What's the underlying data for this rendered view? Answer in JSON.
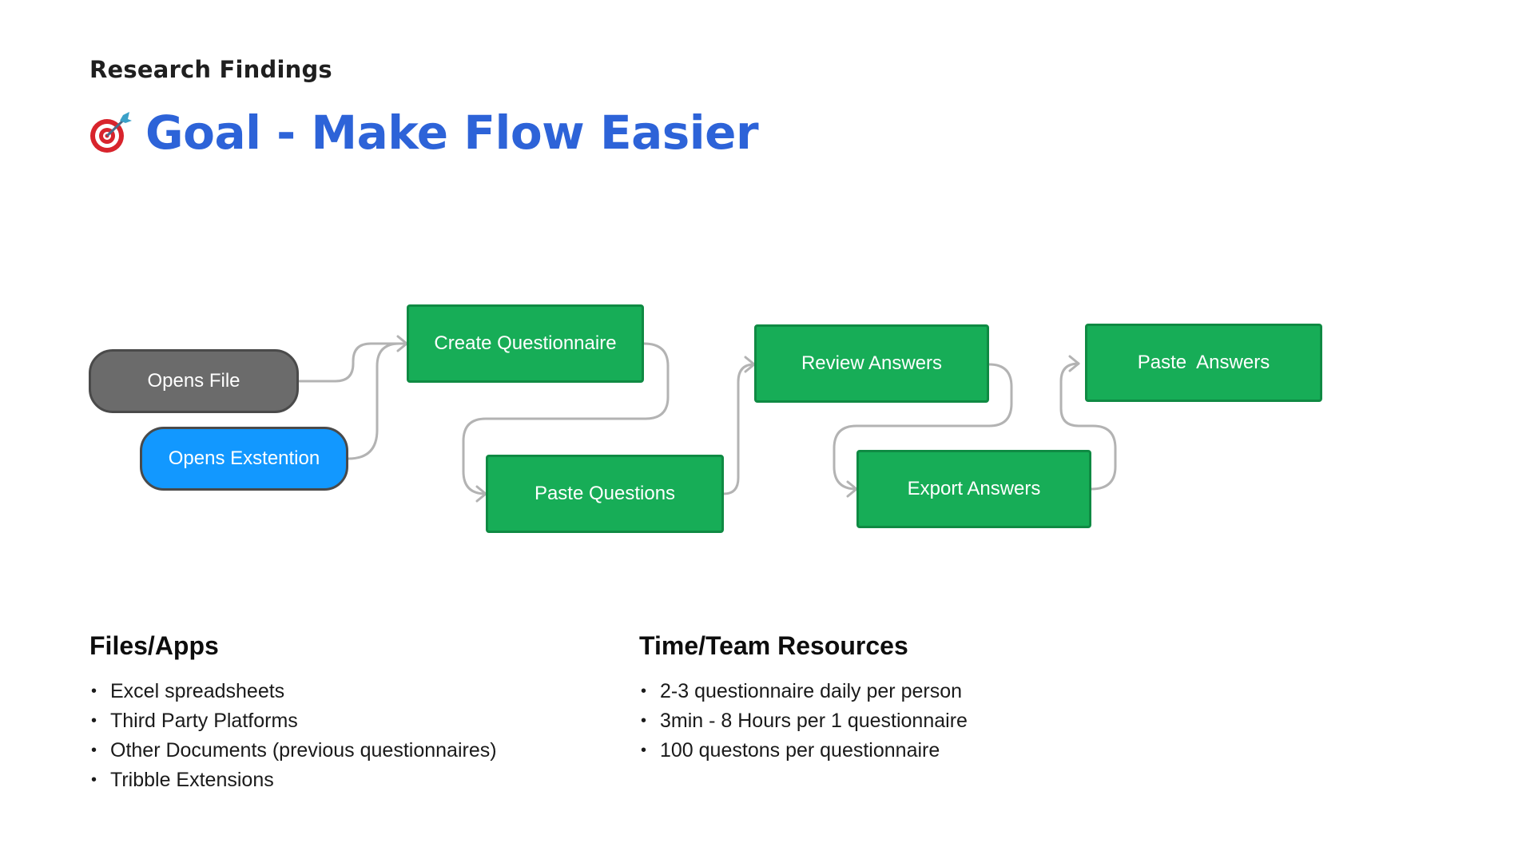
{
  "header": {
    "eyebrow": "Research Findings",
    "title": "Goal - Make Flow Easier",
    "icon": "dart-target-icon"
  },
  "flow": {
    "nodes": {
      "opens_file": "Opens File",
      "opens_extension": "Opens Exstention",
      "create_questionnaire": "Create Questionnaire",
      "paste_questions": "Paste Questions",
      "review_answers": "Review Answers",
      "export_answers": "Export Answers",
      "paste_answers": "Paste  Answers"
    },
    "colors": {
      "step_fill": "#17ad57",
      "step_border": "#0f8a43",
      "file_fill": "#6b6b6b",
      "extension_fill": "#1298ff",
      "connector": "#b3b3b3",
      "title": "#2d63d8"
    }
  },
  "files_apps": {
    "heading": "Files/Apps",
    "items": [
      "Excel spreadsheets",
      "Third Party Platforms",
      "Other Documents (previous questionnaires)",
      "Tribble Extensions"
    ]
  },
  "time_team": {
    "heading": "Time/Team Resources",
    "items": [
      "2-3 questionnaire daily per person",
      "3min - 8 Hours per 1 questionnaire",
      "100 questons per questionnaire"
    ]
  }
}
